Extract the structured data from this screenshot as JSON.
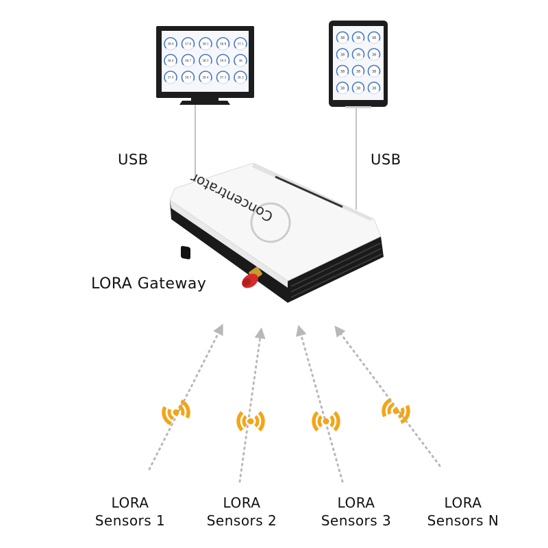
{
  "connections": {
    "left": "USB",
    "right": "USB"
  },
  "gateway": {
    "label": "LORA Gateway",
    "device_text": "Concentrator"
  },
  "monitor_readings": [
    "38.6",
    "37.8",
    "38.1",
    "38.8",
    "37.1",
    "38.4",
    "38.7",
    "38.5",
    "39.0",
    "38",
    "37.4",
    "38.7",
    "38.4",
    "37.3",
    "38.3"
  ],
  "tablet_readings": [
    "38",
    "38",
    "38",
    "38",
    "38",
    "38",
    "38",
    "38",
    "38",
    "38",
    "38",
    "38"
  ],
  "sensors": [
    {
      "line1": "LORA",
      "line2": "Sensors 1"
    },
    {
      "line1": "LORA",
      "line2": "Sensors 2"
    },
    {
      "line1": "LORA",
      "line2": "Sensors 3"
    },
    {
      "line1": "LORA",
      "line2": "Sensors N"
    }
  ],
  "colors": {
    "signal": "#f2a51a",
    "antenna": "#d42b2b",
    "arrow": "#b8b8b8",
    "screen_frame": "#1d1d1d",
    "gauge": "#4a78c8"
  }
}
